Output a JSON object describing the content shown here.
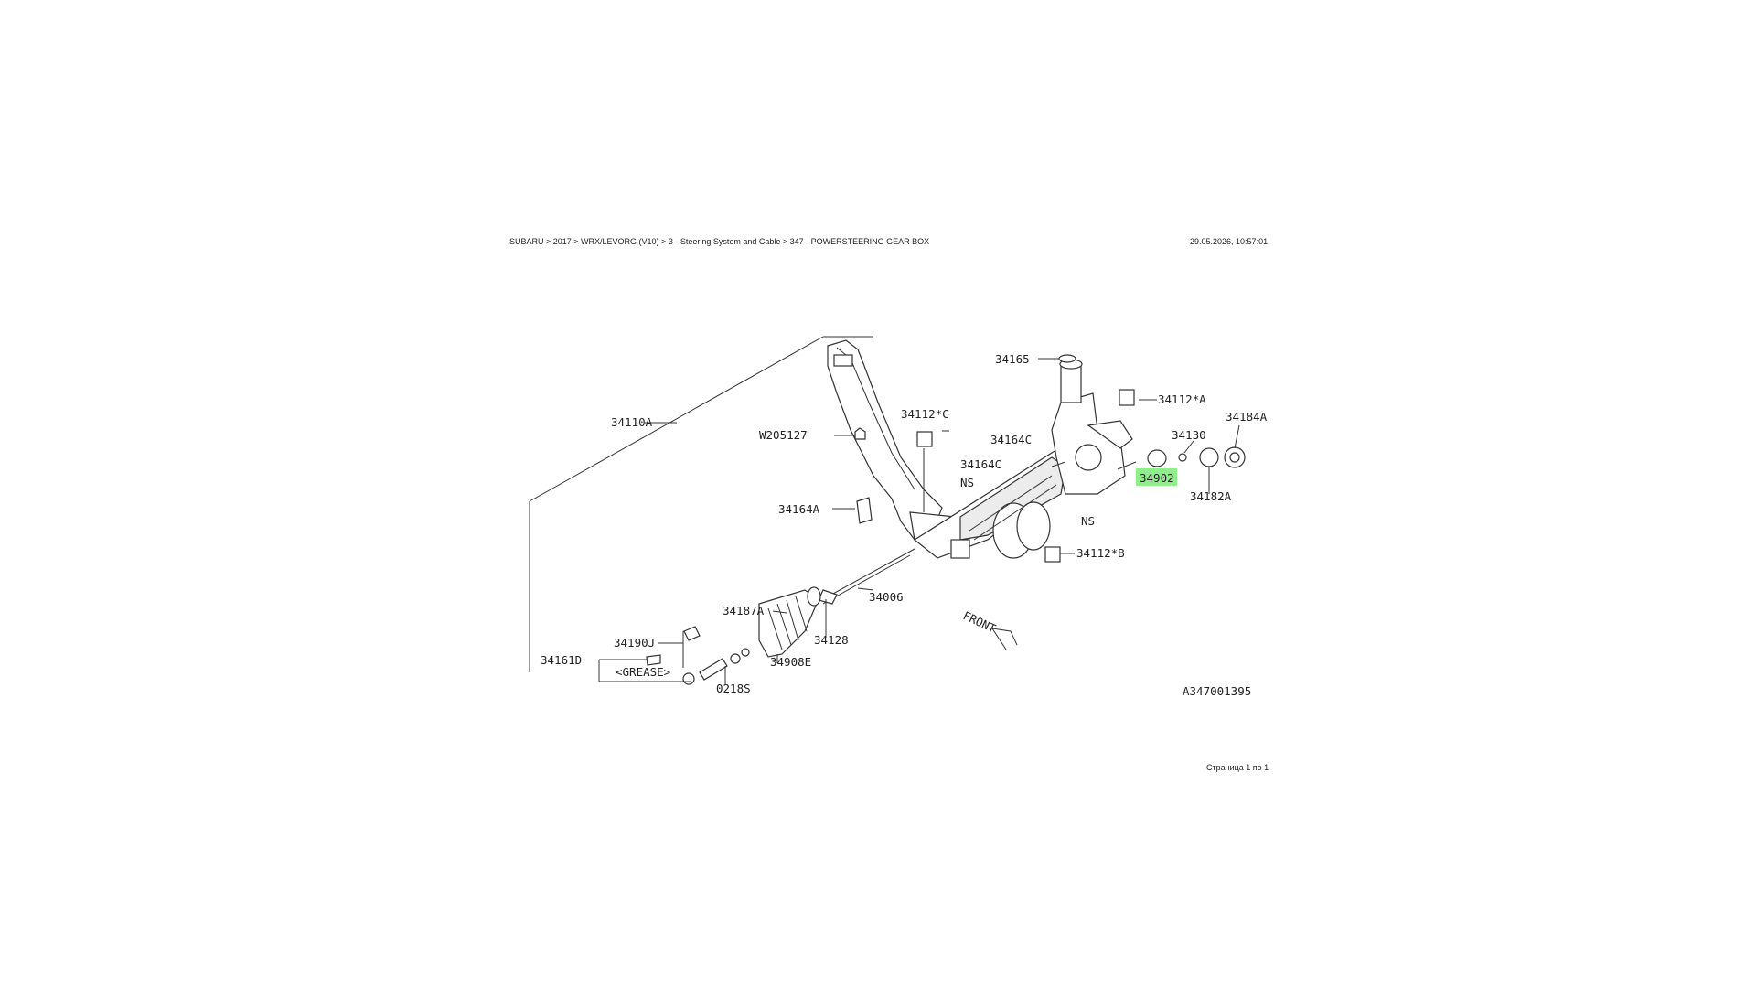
{
  "header": {
    "breadcrumb": "SUBARU > 2017 > WRX/LEVORG (V10) > 3 - Steering System and Cable > 347 - POWERSTEERING GEAR BOX",
    "timestamp": "29.05.2026, 10:57:01"
  },
  "footer": {
    "page_info": "Страница 1 по 1"
  },
  "diagram": {
    "highlight_color": "#8fef8a",
    "diagram_code": "A347001395",
    "front_label": "FRONT",
    "part_labels": {
      "p34165": "34165",
      "p34112C": "34112*C",
      "p34112A": "34112*A",
      "p34110A": "34110A",
      "p34164C_1": "34164C",
      "p34164C_2": "34164C",
      "pW205127": "W205127",
      "p34130": "34130",
      "p34184A": "34184A",
      "p34902": "34902",
      "p34182A": "34182A",
      "pNS_1": "NS",
      "pNS_2": "NS",
      "p34164A": "34164A",
      "p34112B": "34112*B",
      "p34006": "34006",
      "p34187A": "34187A",
      "p34128": "34128",
      "p34190J": "34190J",
      "p34908E": "34908E",
      "grease": "<GREASE>",
      "p34161D": "34161D",
      "p0218S": "0218S"
    }
  }
}
